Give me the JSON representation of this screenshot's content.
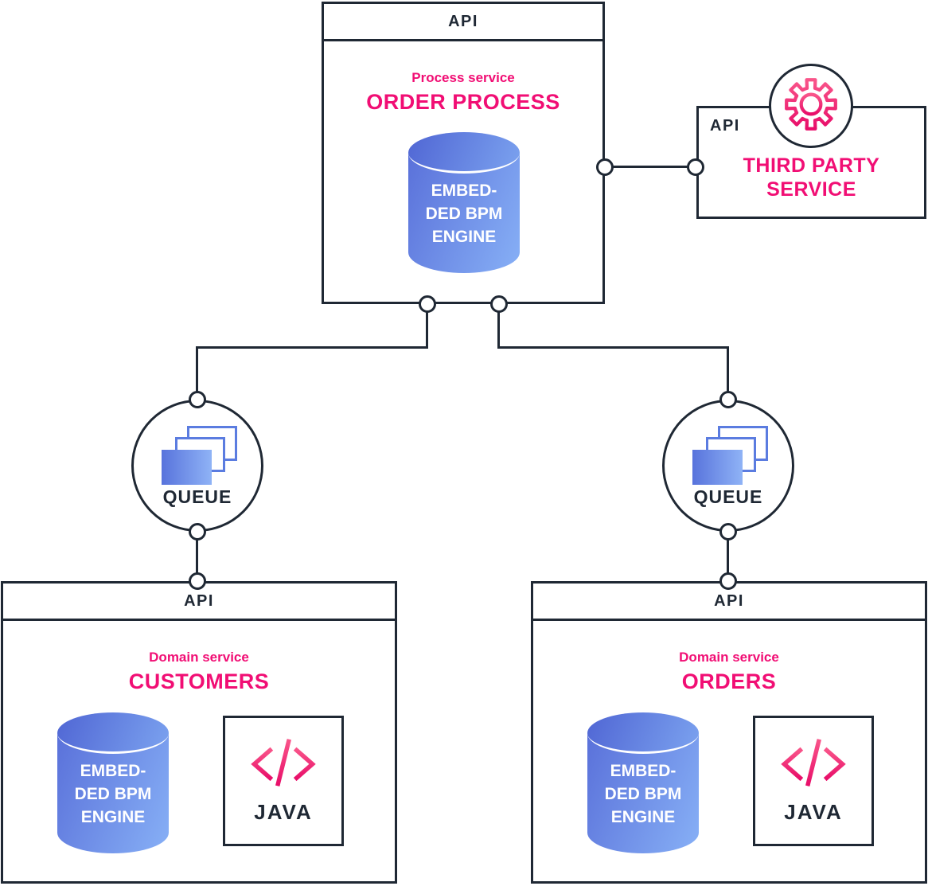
{
  "colors": {
    "ink": "#1F2834",
    "pink": "#F10E74",
    "pink_gradient_start": "#F9558A",
    "pink_gradient_end": "#E80D69",
    "blue_gradient_start": "#5A71DA",
    "blue_gradient_end": "#87B0F6",
    "icon_outline_blue": "#5B7CE0",
    "background": "#FFFFFF"
  },
  "nodes": {
    "order_process": {
      "api_label": "API",
      "kicker": "Process service",
      "title": "ORDER PROCESS",
      "database": {
        "label_lines": [
          "EMBED-",
          "DED BPM",
          "ENGINE"
        ]
      }
    },
    "third_party_service": {
      "api_label": "API",
      "title_lines": [
        "THIRD PARTY",
        "SERVICE"
      ]
    },
    "queue_left": {
      "label": "QUEUE"
    },
    "queue_right": {
      "label": "QUEUE"
    },
    "customers": {
      "api_label": "API",
      "kicker": "Domain service",
      "title": "CUSTOMERS",
      "database": {
        "label_lines": [
          "EMBED-",
          "DED BPM",
          "ENGINE"
        ]
      },
      "java": {
        "label": "JAVA"
      }
    },
    "orders": {
      "api_label": "API",
      "kicker": "Domain service",
      "title": "ORDERS",
      "database": {
        "label_lines": [
          "EMBED-",
          "DED BPM",
          "ENGINE"
        ]
      },
      "java": {
        "label": "JAVA"
      }
    }
  },
  "icons": {
    "gear": "gear-icon",
    "queue": "stacked-messages-icon",
    "code": "code-slash-icon",
    "database": "database-cylinder"
  }
}
